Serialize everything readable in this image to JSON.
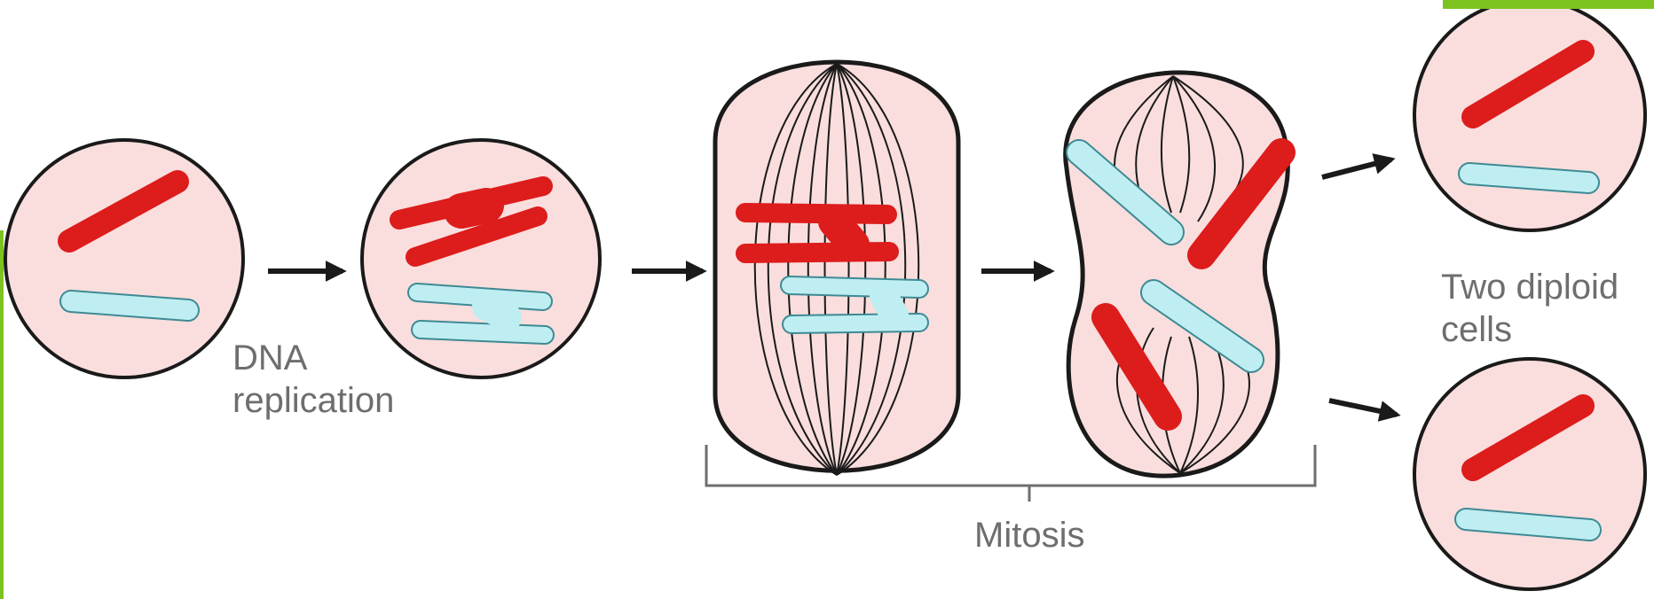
{
  "labels": {
    "dna_replication": [
      "DNA",
      "replication"
    ],
    "two_diploid_cells": [
      "Two diploid",
      "cells"
    ],
    "mitosis": "Mitosis"
  },
  "colors": {
    "cell_fill": "#f9dedd",
    "cell_outline": "#1a1a1a",
    "chromosome_red": "#dd1c1c",
    "chromosome_blue": "#bfeef2",
    "chromosome_blue_outline": "#3e8a94",
    "arrow": "#1a1a1a",
    "label_text": "#6e6e6e",
    "frame_accent": "#7cc31f"
  }
}
